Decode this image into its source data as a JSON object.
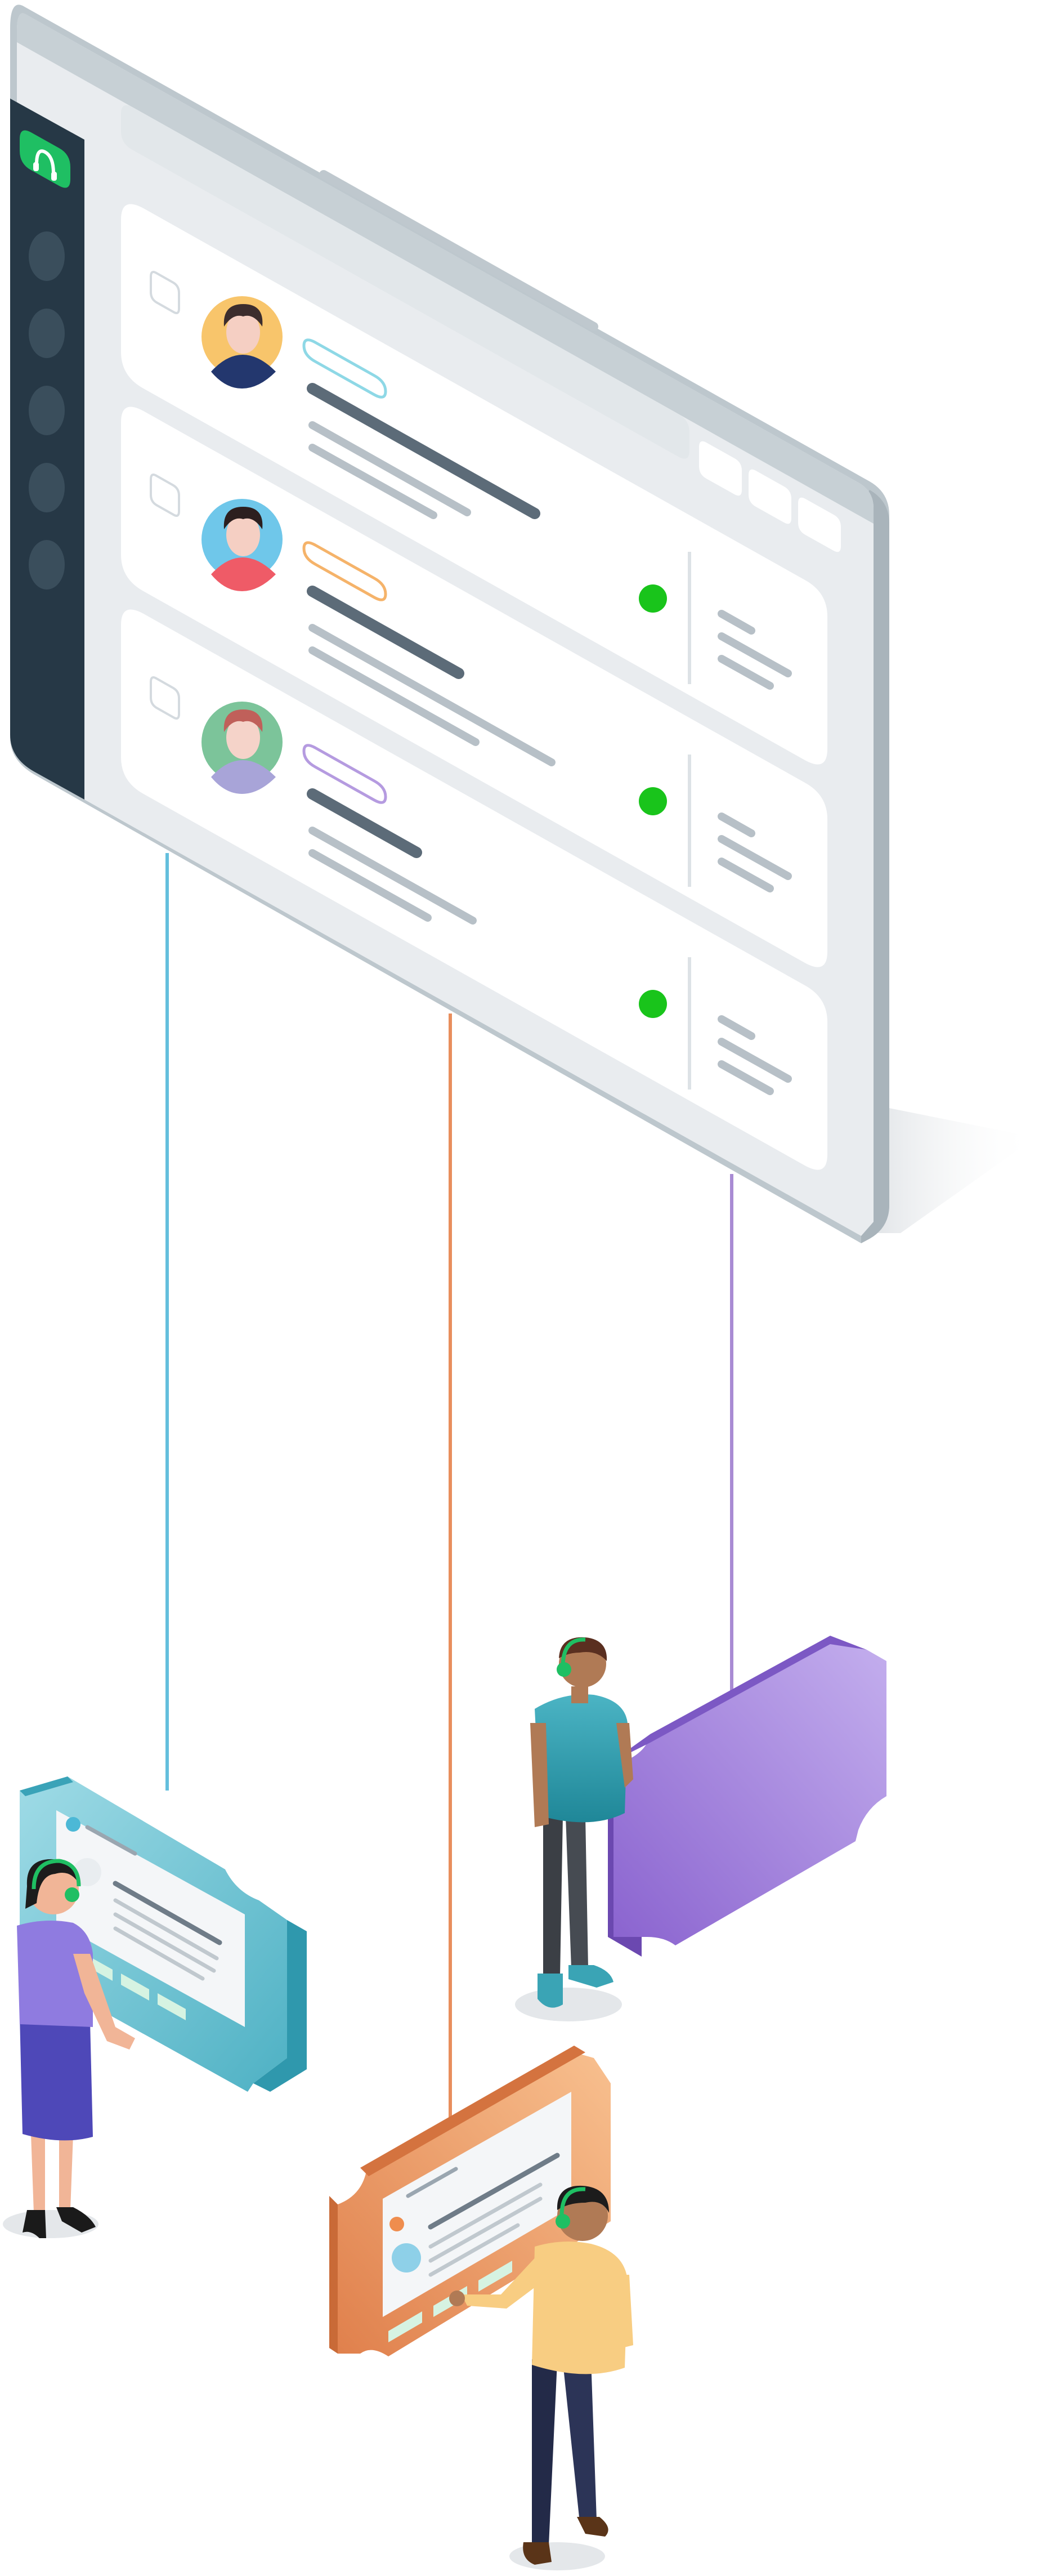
{
  "scene": {
    "description_visible_text": "",
    "colors": {
      "sidebar": "#263846",
      "frame": "#bdc7cd",
      "frame_light": "#e8ecef",
      "card": "#ffffff",
      "bar_dark": "#5c6b78",
      "bar_light": "#b7c0c7",
      "status_online": "#19c41b",
      "accent_green": "#1fbf63",
      "line_blue": "#64bfdd",
      "line_orange": "#e88e5d",
      "line_purple": "#a98bd3",
      "panel_blue": "#62bccc",
      "panel_orange": "#f0a46d",
      "panel_purple": "#9a77d8"
    },
    "icons": {
      "app_logo": "headset-icon",
      "status": "status-dot-icon"
    },
    "conversations": [
      {
        "tag_color": "#8ed8e6",
        "avatar_bg": "#f8c56b",
        "status": "online"
      },
      {
        "tag_color": "#f5b36a",
        "avatar_bg": "#6fc7ea",
        "status": "online"
      },
      {
        "tag_color": "#b59be0",
        "avatar_bg": "#7cc49a",
        "status": "online"
      }
    ],
    "agents": [
      {
        "role": "agent",
        "panel": "blue"
      },
      {
        "role": "agent",
        "panel": "orange"
      },
      {
        "role": "agent",
        "panel": "purple"
      }
    ]
  }
}
